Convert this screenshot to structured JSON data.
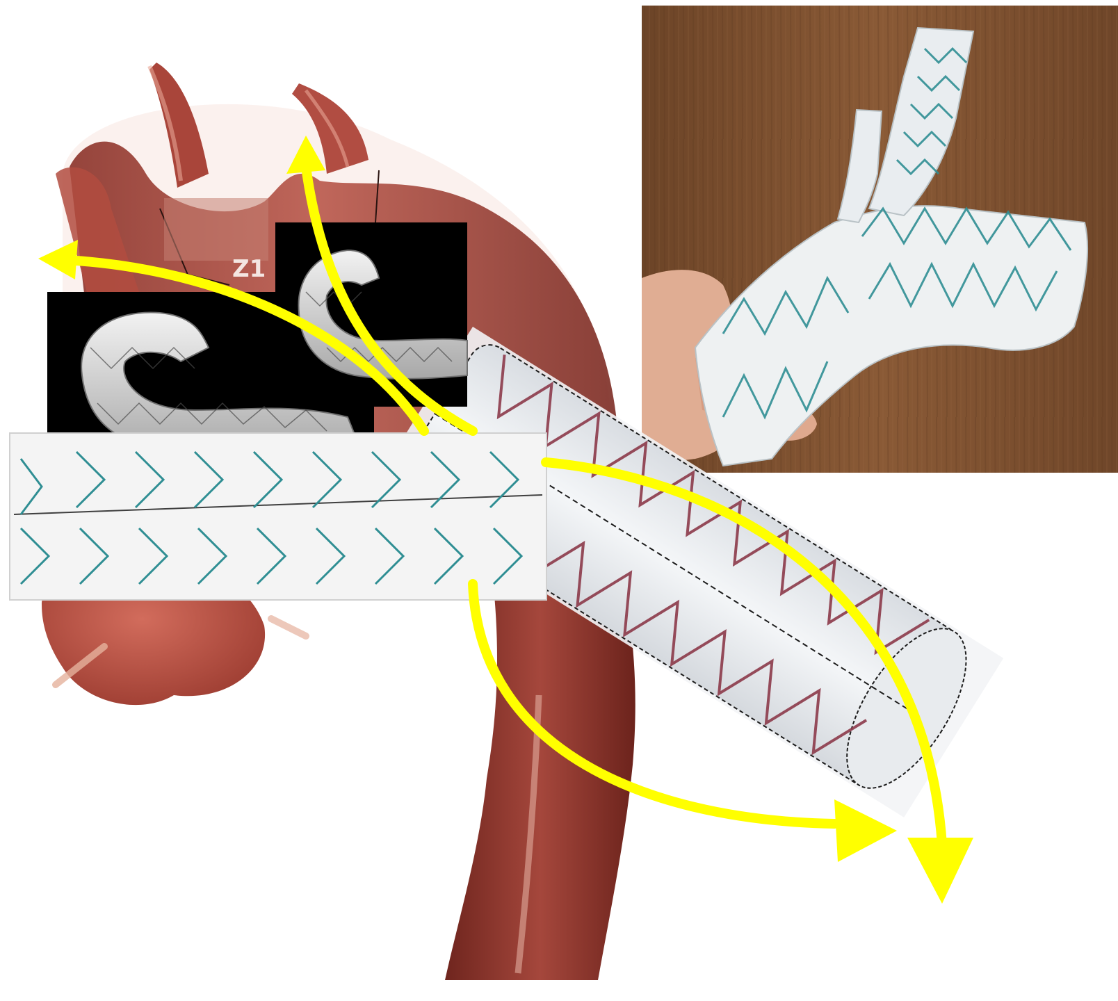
{
  "figure": {
    "zone_label": "Z1"
  },
  "colors": {
    "background": "#ffffff",
    "aorta": "#a8433a",
    "aorta_dark": "#7d2a22",
    "aorta_light": "#d98a78",
    "arrow": "#ffff00",
    "stent_fabric": "#eef1f4",
    "stent_wire_teal": "#2f8e93",
    "stent_wire_red": "#8c3a4a",
    "photo_wall": "#7a4f2f",
    "photo_skin": "#e2b39a",
    "render_bg": "#000000"
  },
  "icons": {
    "arrow": "flow-arrow",
    "photo": "device-photo"
  }
}
